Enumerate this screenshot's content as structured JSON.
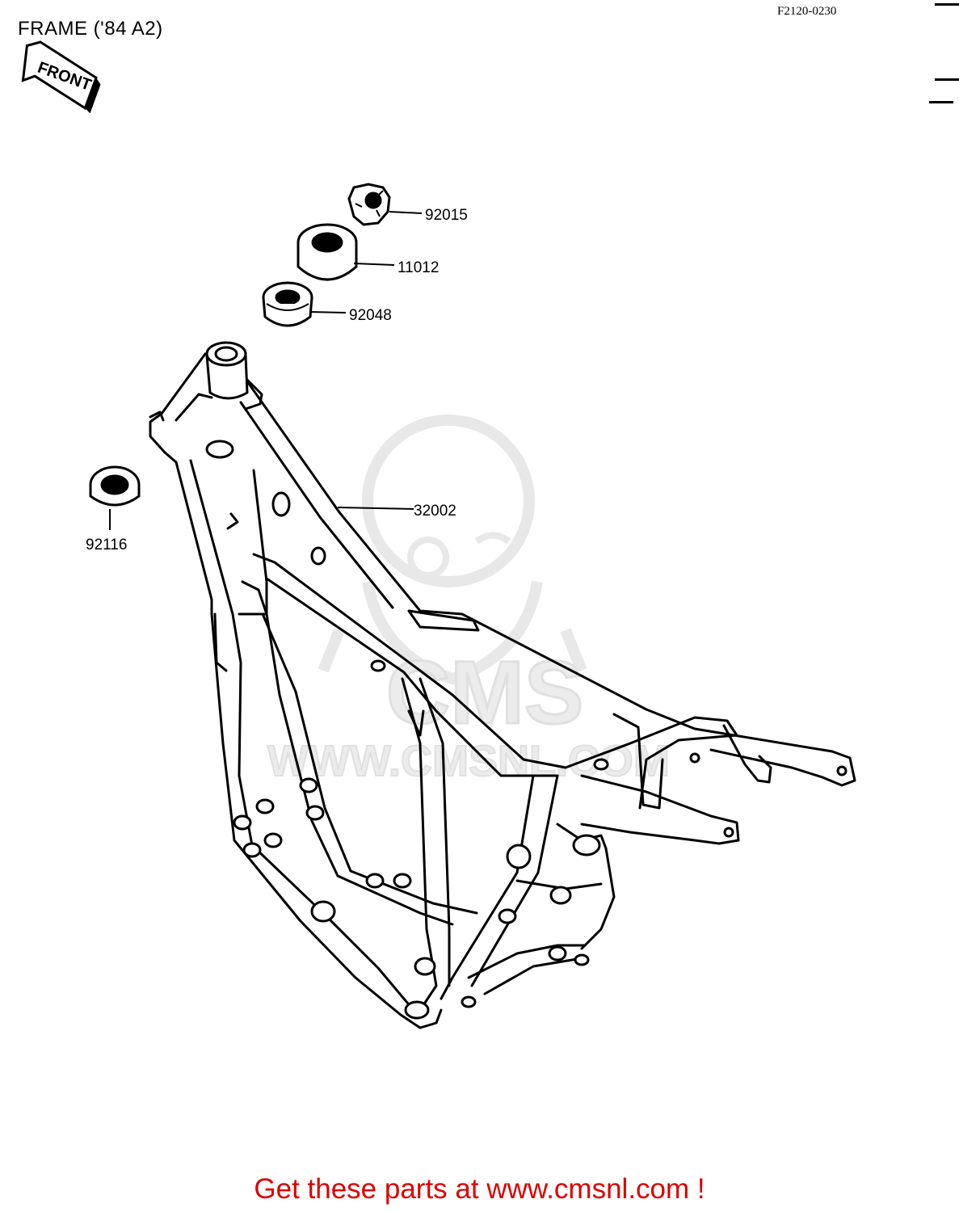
{
  "header": {
    "title": "FRAME ('84 A2)",
    "diagram_code": "F2120-0230"
  },
  "direction_marker": {
    "label": "FRONT",
    "icon": "front-arrow-icon"
  },
  "parts": [
    {
      "number": "92015"
    },
    {
      "number": "11012"
    },
    {
      "number": "92048"
    },
    {
      "number": "32002"
    },
    {
      "number": "92116"
    }
  ],
  "watermark": {
    "text": "WWW.CMSNL.COM",
    "logo_text": "CMS",
    "color": "#e6e6e6"
  },
  "footer": {
    "cta": "Get these parts at www.cmsnl.com !",
    "color": "#dd0000"
  }
}
